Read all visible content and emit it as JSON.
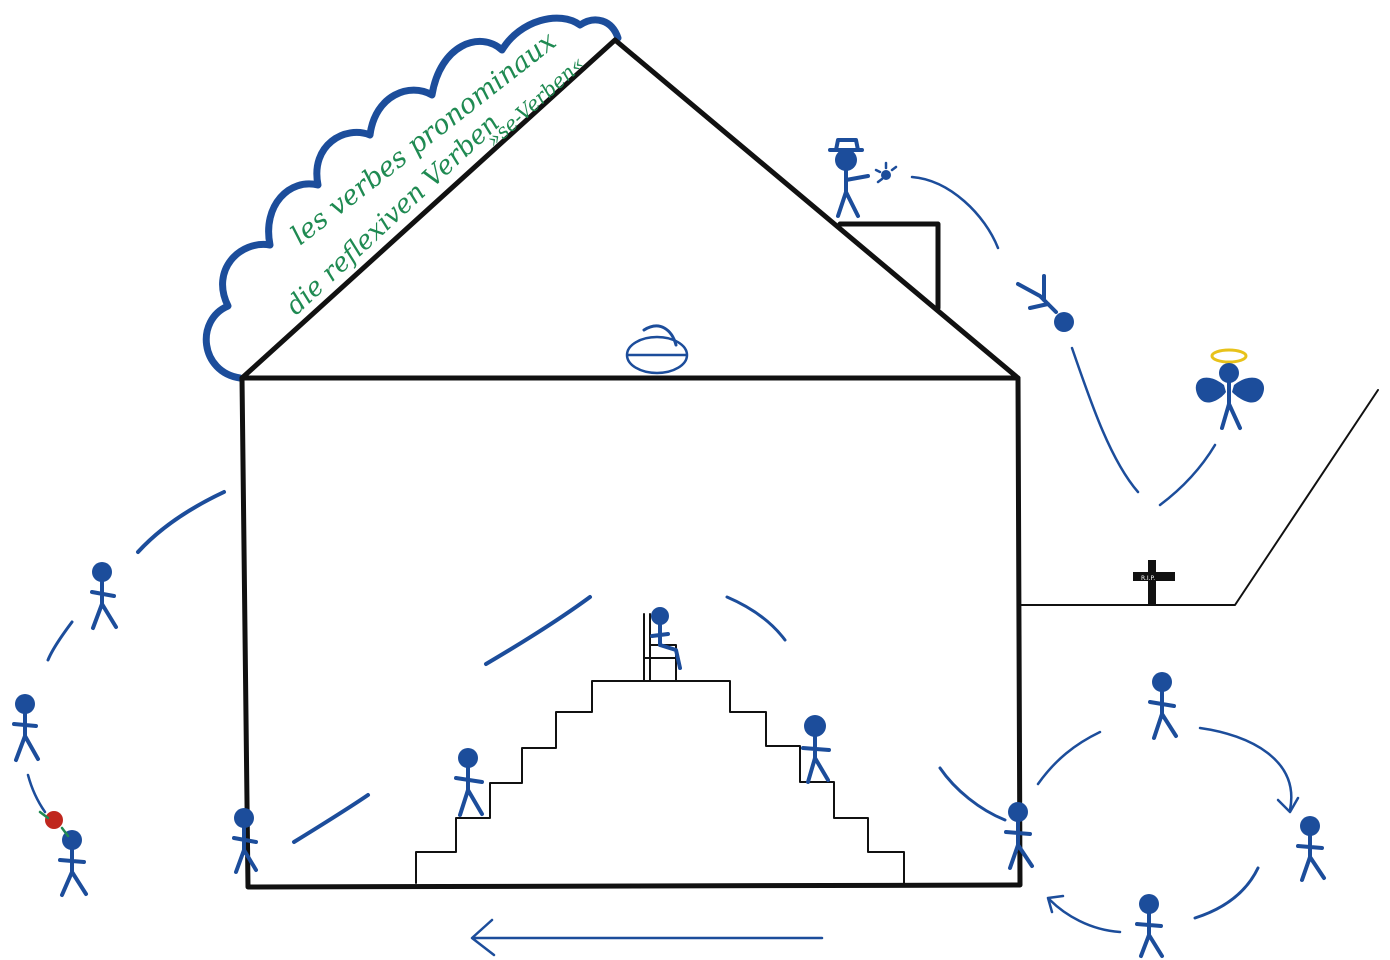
{
  "roof_labels": {
    "line1": "les verbes pronominaux",
    "line2": "die reflexiven Verben",
    "line3": "»se-Verben«"
  },
  "cross_label": "R.I.P.",
  "colors": {
    "ink": "#1c4d9b",
    "outline": "#111111",
    "label_green": "#1f8a52",
    "halo": "#e8c21a",
    "accent_red": "#c0271e"
  }
}
